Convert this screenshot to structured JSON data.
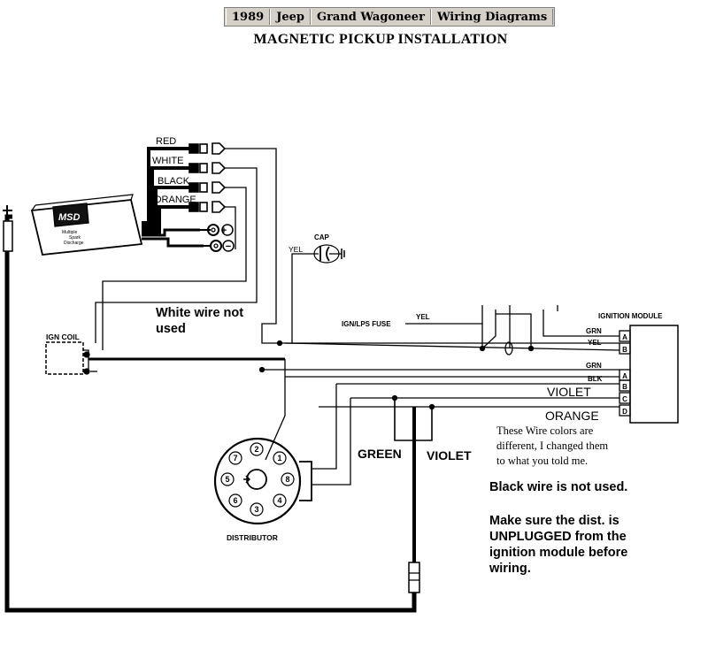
{
  "breadcrumb": [
    "1989",
    "Jeep",
    "Grand Wagoneer",
    "Wiring Diagrams"
  ],
  "title": "MAGNETIC PICKUP INSTALLATION",
  "labels": {
    "red": "RED",
    "white": "WHITE",
    "black": "BLACK",
    "orange": "ORANGE",
    "cap": "CAP",
    "yel": "YEL",
    "ign_coil": "IGN COIL",
    "ign_fuse": "IGN/LPS FUSE",
    "ign_fuse_yel": "YEL",
    "ignition_module": "IGNITION MODULE",
    "grn_top": "GRN",
    "yel_top": "YEL",
    "grn_mid": "GRN",
    "blk_mid": "BLK",
    "violet_mid": "VIOLET",
    "orange_mid": "ORANGE",
    "pin_a1": "A",
    "pin_b1": "B",
    "pin_a2": "A",
    "pin_b2": "B",
    "pin_c2": "C",
    "pin_d2": "D",
    "green": "GREEN",
    "violet": "VIOLET",
    "distributor": "DISTRIBUTOR",
    "msd_logo": "MSD",
    "msd_sub1": "Multiple",
    "msd_sub2": "Spark",
    "msd_sub3": "Discharge",
    "plus": "+",
    "minus": "−"
  },
  "cap_numbers": [
    "2",
    "1",
    "7",
    "5",
    "3",
    "6",
    "8",
    "4"
  ],
  "notes": {
    "white_unused": [
      "White wire not",
      "used"
    ],
    "colors_changed": [
      "These Wire colors are",
      "different, I changed them",
      "to what you told me."
    ],
    "black_unused": "Black wire is not used.",
    "unplug": [
      "Make sure the dist. is",
      "UNPLUGGED from the",
      "ignition module before",
      "wiring."
    ]
  }
}
